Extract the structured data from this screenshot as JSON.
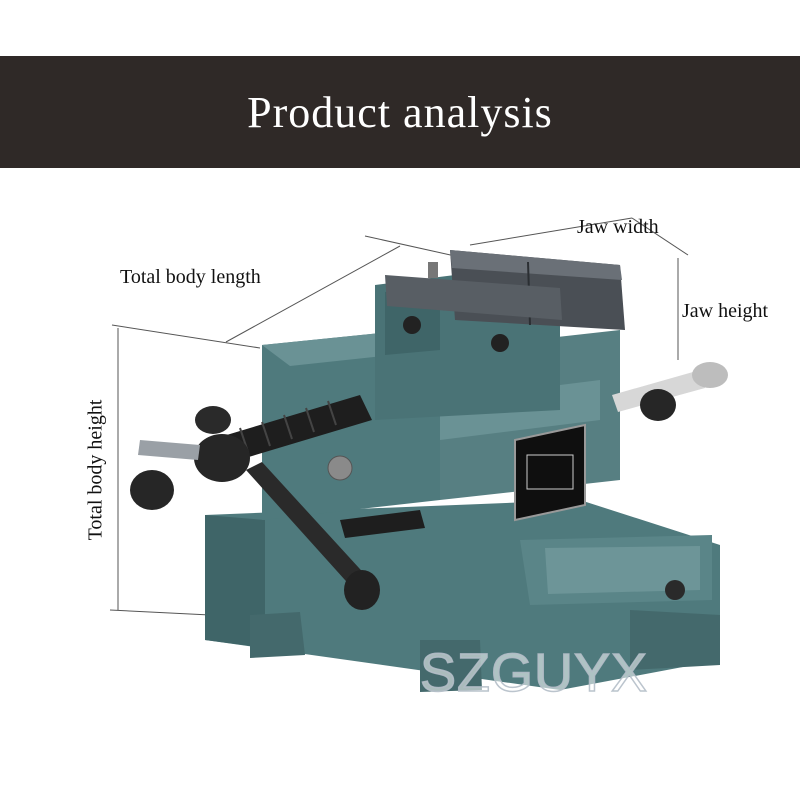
{
  "banner": {
    "title": "Product analysis"
  },
  "dimensions": {
    "total_body_length": "Total body length",
    "jaw_width": "Jaw width",
    "jaw_height": "Jaw height",
    "total_body_height": "Total body height"
  },
  "watermark": {
    "text": "SZGUYX"
  },
  "colors": {
    "banner_bg": "#2f2927",
    "vise_body": "#4f7a7d",
    "vise_dark": "#3a5f62",
    "jaw_steel": "#4a4f55",
    "handle": "#1e1e1e"
  }
}
